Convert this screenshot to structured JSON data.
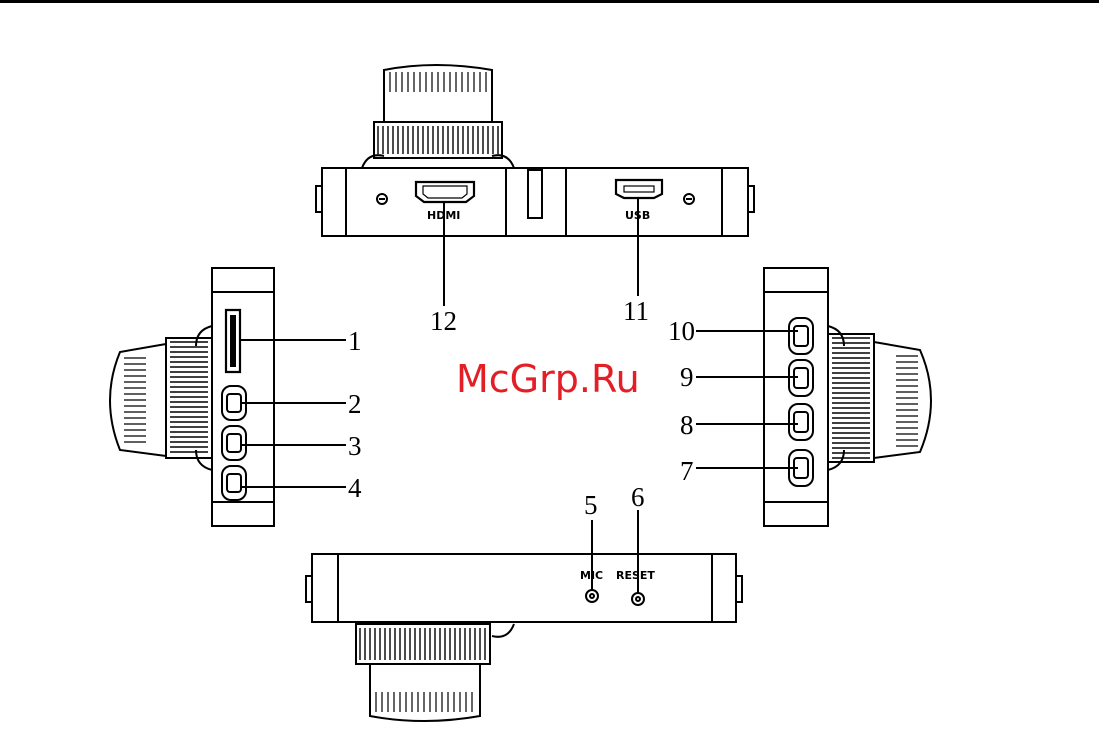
{
  "watermark": "McGrp.Ru",
  "port_labels": {
    "hdmi": "HDMI",
    "usb": "USB",
    "mic": "MIC",
    "reset": "RESET"
  },
  "callouts": {
    "c1": "1",
    "c2": "2",
    "c3": "3",
    "c4": "4",
    "c5": "5",
    "c6": "6",
    "c7": "7",
    "c8": "8",
    "c9": "9",
    "c10": "10",
    "c11": "11",
    "c12": "12"
  },
  "colors": {
    "line": "#000000",
    "watermark": "#e31e24",
    "background": "#ffffff"
  }
}
